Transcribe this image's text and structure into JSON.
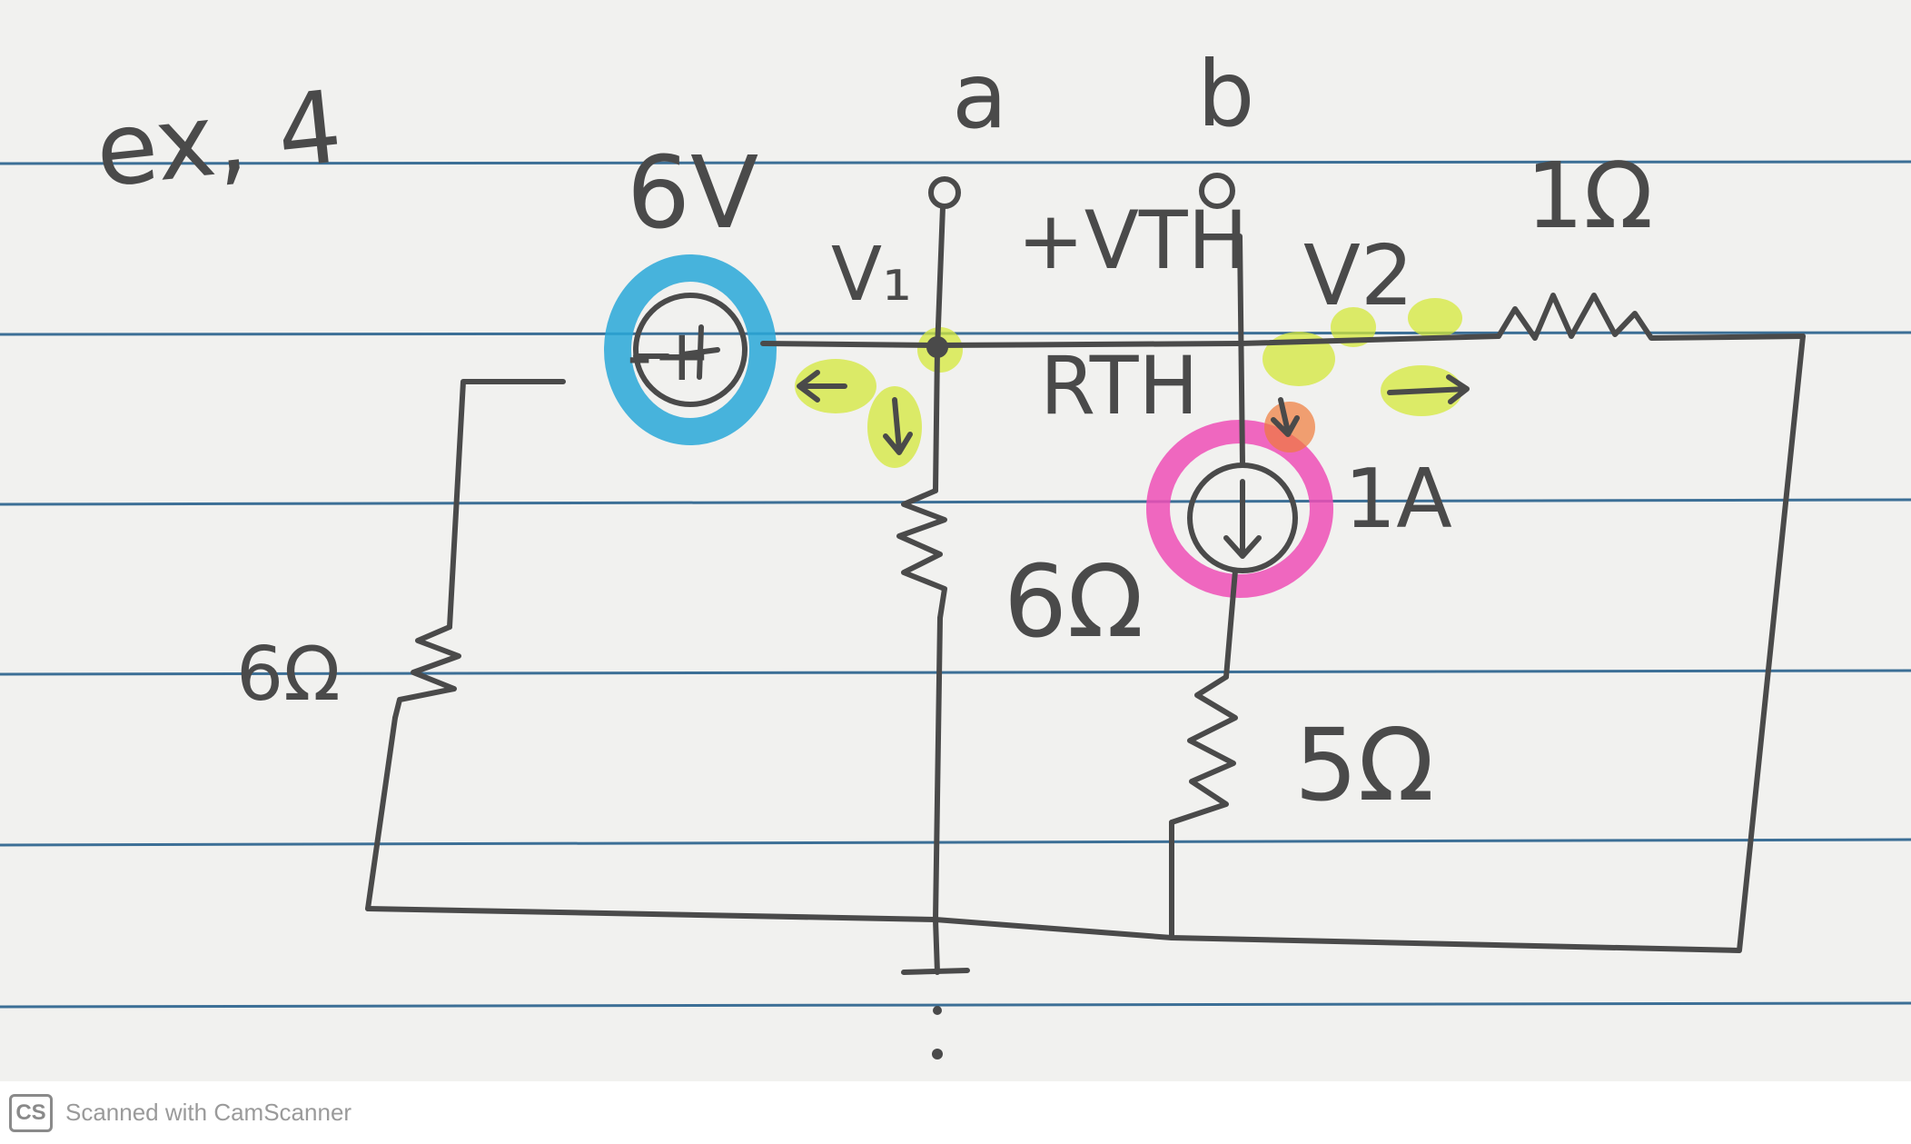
{
  "title": "ex, 4",
  "labels": {
    "source_voltage": "6V",
    "source_polarity": "-+",
    "node_a": "a",
    "node_b": "b",
    "node_v1": "V₁",
    "node_v2": "V2",
    "vth": "+VTH",
    "rth": "RTH",
    "r_top_right": "1Ω",
    "r_middle": "6Ω",
    "r_left": "6Ω",
    "r_bottom": "5Ω",
    "current_source": "1A"
  },
  "footer": {
    "logo": "CS",
    "text": "Scanned with CamScanner"
  },
  "colors": {
    "paper": "#f1f1ef",
    "rule_line": "#3c6f96",
    "ink": "#4a4a4a",
    "highlight_blue": "#29a8d8",
    "highlight_pink": "#ef4fb6",
    "highlight_yellow": "#d4e83a",
    "highlight_orange": "#f07a3a"
  }
}
